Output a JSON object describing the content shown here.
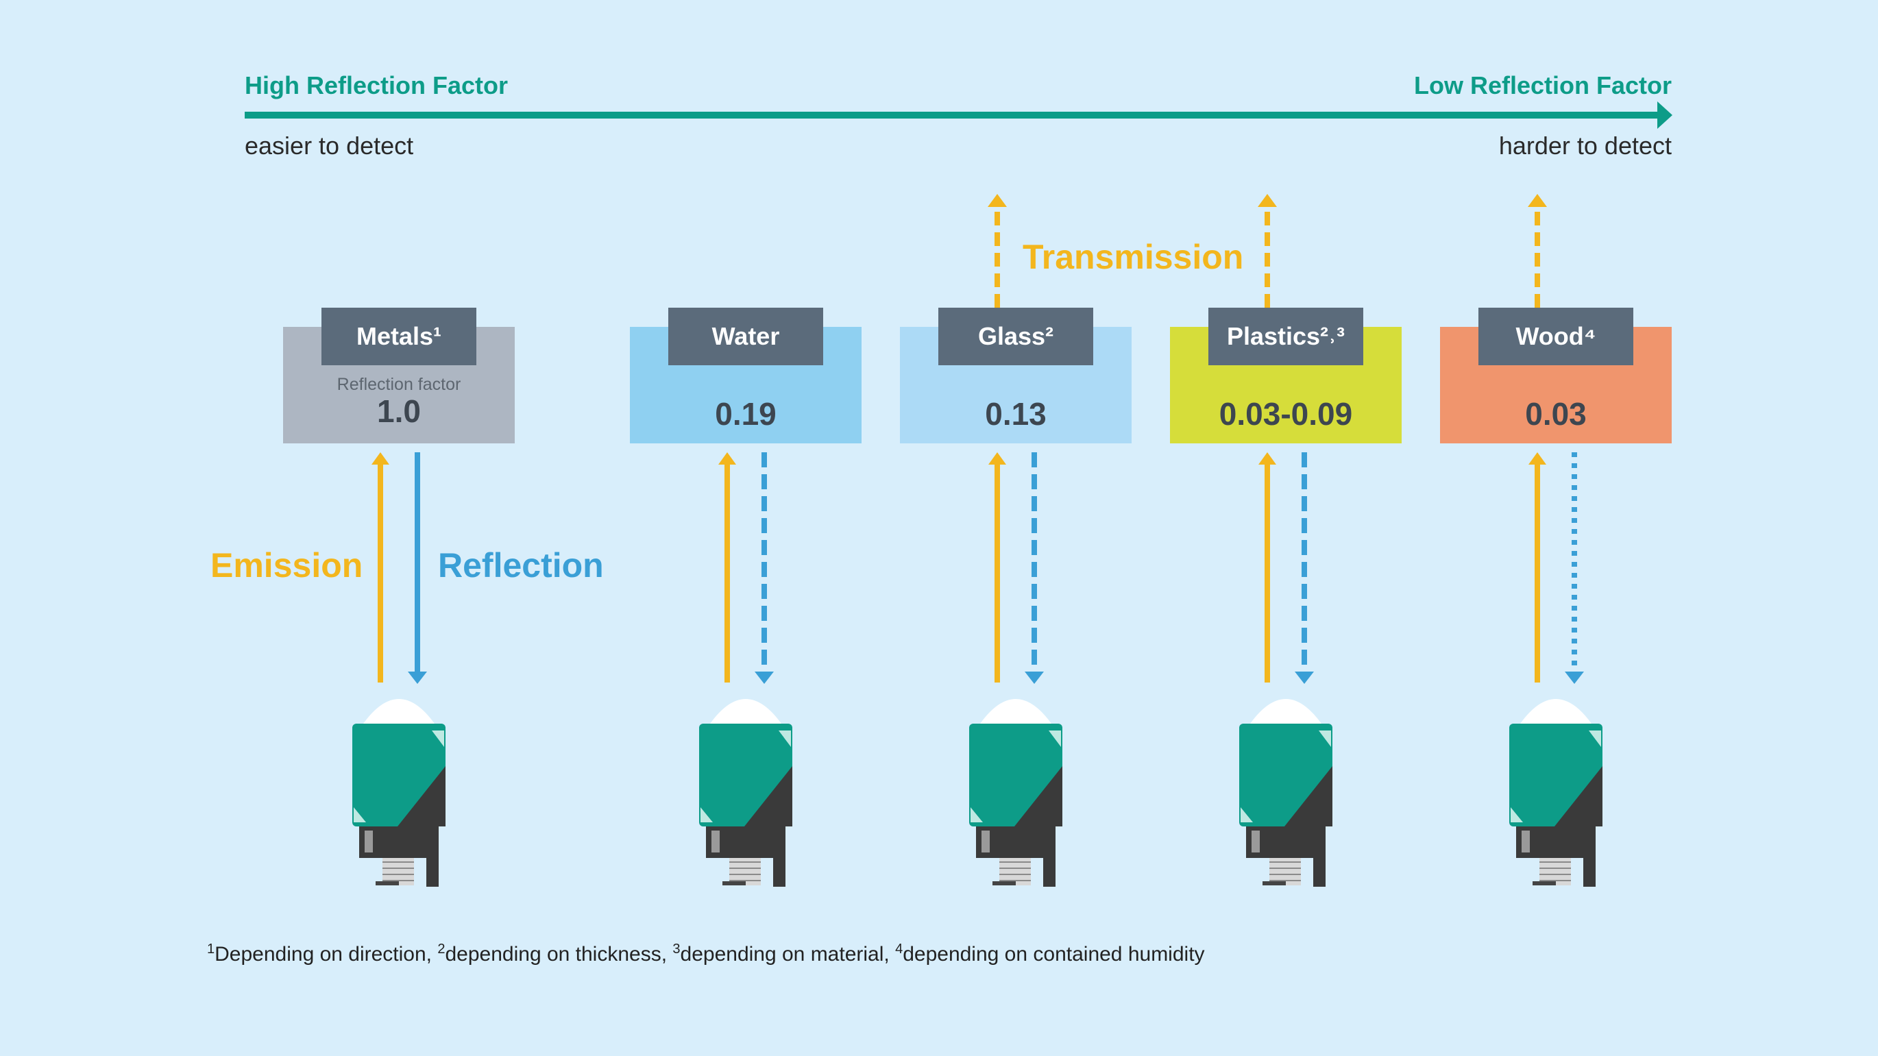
{
  "scale": {
    "left_title": "High Reflection Factor",
    "right_title": "Low Reflection Factor",
    "left_sub": "easier to detect",
    "right_sub": "harder to detect",
    "color": "#0d9c88"
  },
  "labels": {
    "transmission": "Transmission",
    "emission": "Emission",
    "reflection": "Reflection"
  },
  "materials": [
    {
      "name": "Metals¹",
      "caption": "Reflection factor",
      "value": "1.0",
      "color": "#adb6c2",
      "reflection_style": "solid",
      "transmission": false
    },
    {
      "name": "Water",
      "caption": "",
      "value": "0.19",
      "color": "#8fd0f1",
      "reflection_style": "dashed",
      "transmission": false
    },
    {
      "name": "Glass²",
      "caption": "",
      "value": "0.13",
      "color": "#acdaf6",
      "reflection_style": "dashed",
      "transmission": true
    },
    {
      "name": "Plastics²˒³",
      "caption": "",
      "value": "0.03-0.09",
      "color": "#d6dd3a",
      "reflection_style": "dashed",
      "transmission": true
    },
    {
      "name": "Wood⁴",
      "caption": "",
      "value": "0.03",
      "color": "#f0956d",
      "reflection_style": "dotted",
      "transmission": true
    }
  ],
  "footnote": {
    "parts": [
      {
        "sup": "1",
        "text": "Depending on direction, "
      },
      {
        "sup": "2",
        "text": "depending on thickness, "
      },
      {
        "sup": "3",
        "text": "depending on material, "
      },
      {
        "sup": "4",
        "text": "depending on contained humidity"
      }
    ]
  },
  "colors": {
    "emission": "#f3b61d",
    "reflection": "#3a9fd6",
    "sensor_body": "#0d9c88",
    "sensor_dark": "#3a3a3a",
    "header_bg": "#5b6b7b"
  },
  "icons": [
    "arrow-right-icon",
    "emission-arrow-icon",
    "reflection-arrow-icon",
    "transmission-arrow-icon",
    "sensor-icon"
  ]
}
